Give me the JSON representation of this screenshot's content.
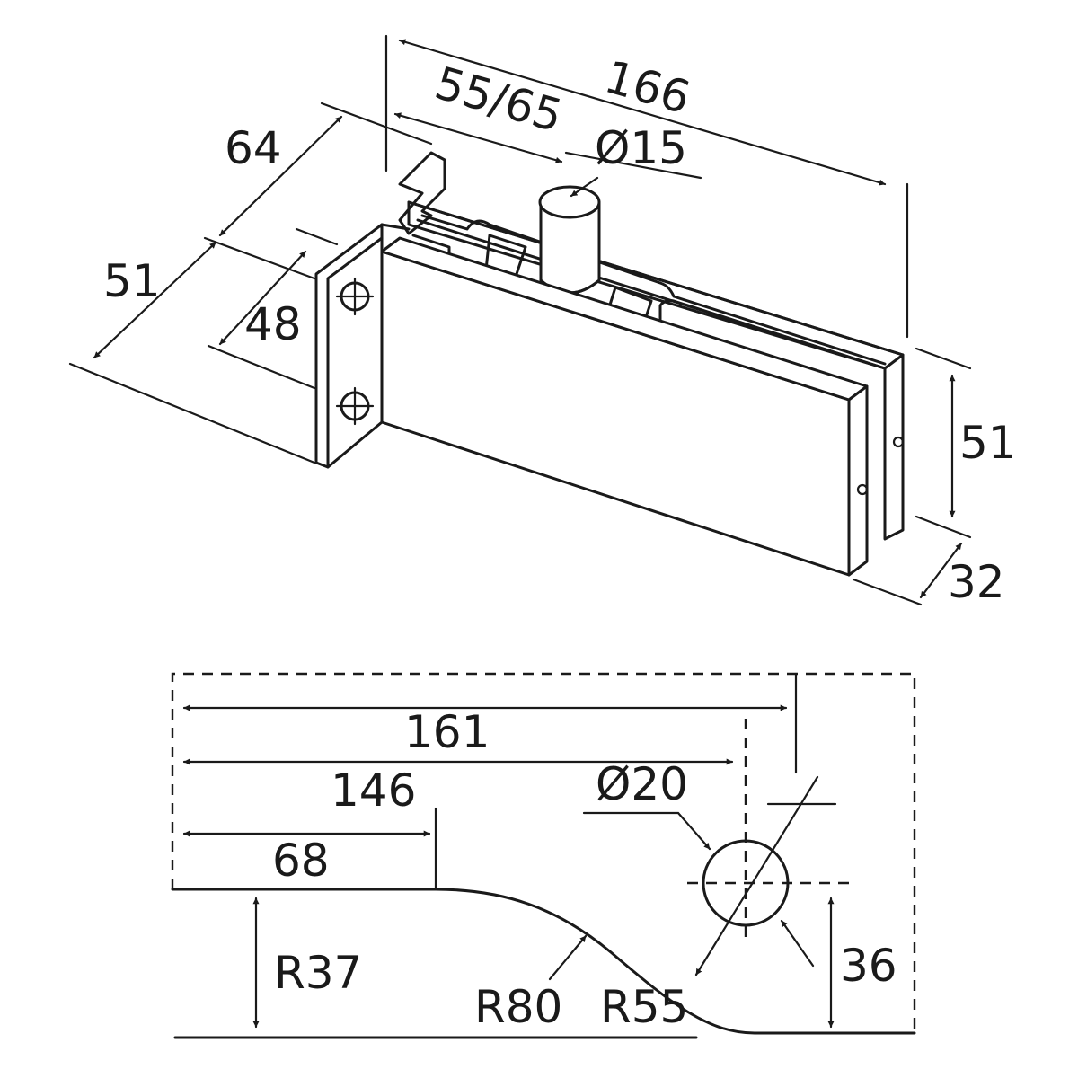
{
  "top_view": {
    "dim_166": "166",
    "dim_55_65": "55/65",
    "dim_dia15": "Ø15",
    "dim_64": "64",
    "dim_51_left": "51",
    "dim_48": "48",
    "dim_51_right": "51",
    "dim_32": "32"
  },
  "bottom_view": {
    "dim_161": "161",
    "dim_146": "146",
    "dim_68": "68",
    "dim_dia20": "Ø20",
    "dim_r37": "R37",
    "dim_r80": "R80",
    "dim_r55": "R55",
    "dim_36": "36"
  }
}
